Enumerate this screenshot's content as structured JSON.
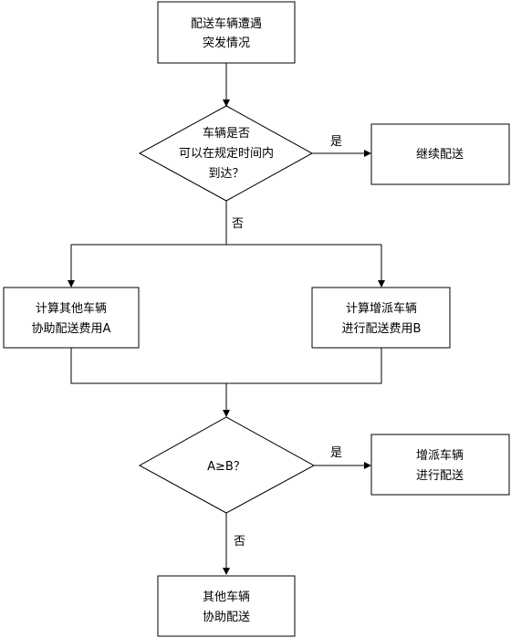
{
  "nodes": {
    "start": {
      "lines": [
        "配送车辆遭遇",
        "突发情况"
      ]
    },
    "decision1": {
      "lines": [
        "车辆是否",
        "可以在规定时间内",
        "到达？"
      ]
    },
    "continue": {
      "lines": [
        "继续配送"
      ]
    },
    "costA": {
      "lines": [
        "计算其他车辆",
        "协助配送费用A"
      ]
    },
    "costB": {
      "lines": [
        "计算增派车辆",
        "进行配送费用B"
      ]
    },
    "decision2": {
      "lines": [
        "A≥B？"
      ]
    },
    "dispatch": {
      "lines": [
        "增派车辆",
        "进行配送"
      ]
    },
    "assist": {
      "lines": [
        "其他车辆",
        "协助配送"
      ]
    }
  },
  "edges": {
    "d1_yes": "是",
    "d1_no": "否",
    "d2_yes": "是",
    "d2_no": "否"
  }
}
